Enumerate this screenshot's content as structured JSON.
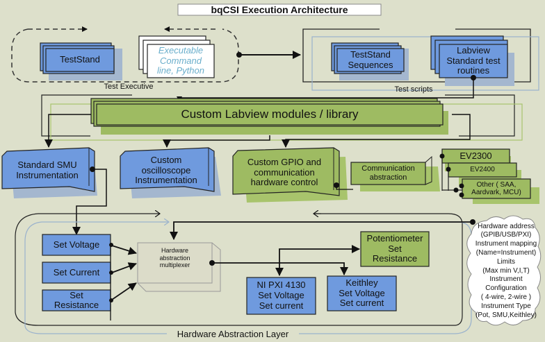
{
  "title": "bqCSI Execution Architecture",
  "test_executive": {
    "label": "Test Executive",
    "testStand": "TestStand",
    "executable": [
      "Executable",
      "Command",
      "line, Python"
    ]
  },
  "test_scripts": {
    "label": "Test scripts",
    "sequences": [
      "TestStand",
      "Sequences"
    ],
    "routines": [
      "Labview",
      "Standard test",
      "routines"
    ]
  },
  "library": "Custom Labview modules / library",
  "modules": {
    "smu": [
      "Standard SMU",
      "Instrumentation"
    ],
    "scope": [
      "Custom",
      "oscilloscope",
      "Instrumentation"
    ],
    "gpio": [
      "Custom GPIO and",
      "communication",
      "hardware control"
    ],
    "comm": [
      "Communication",
      "abstraction"
    ]
  },
  "devices": {
    "ev2300": "EV2300",
    "ev2400": "EV2400",
    "other": [
      "Other ( SAA,",
      "Aardvark, MCU)"
    ]
  },
  "hal": {
    "label": "Hardware Abstraction Layer",
    "set_voltage": "Set Voltage",
    "set_current": "Set Current",
    "set_resistance": [
      "Set",
      "Resistance"
    ],
    "mux": [
      "Hardware",
      "abstraction",
      "multiplexer"
    ],
    "pot": [
      "Potentiometer",
      "Set",
      "Resistance"
    ],
    "ni": [
      "NI PXI 4130",
      "Set Voltage",
      "Set current"
    ],
    "keithley": [
      "Keithley",
      "Set Voltage",
      "Set current"
    ]
  },
  "config_cloud": [
    "Hardware address",
    "(GPIB/USB/PXI)",
    "Instrument mapping",
    "(Name=Instrument)",
    "Limits",
    "(Max min V,I,T)",
    "Instrument Configuration",
    "( 4-wire, 2-wire )",
    "Instrument Type",
    "(Pot, SMU,Keithley)"
  ],
  "colors": {
    "background": "#dde0cb",
    "blue": "#6f9ade",
    "blue_shadow": "#a4b7cf",
    "green": "#9ebb62",
    "green_shadow": "#a8c46c",
    "exec_text": "#6aaecb"
  }
}
